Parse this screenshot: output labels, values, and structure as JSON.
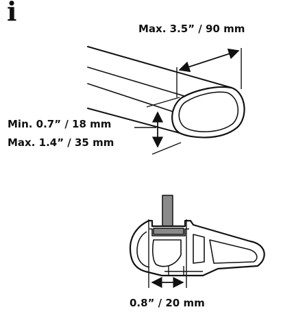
{
  "info_icon": {
    "glyph": "i",
    "icon": "info-icon"
  },
  "labels": {
    "bar_width": "Max. 3.5” / 90 mm",
    "bar_height_min": "Min. 0.7” / 18 mm",
    "bar_height_max": "Max. 1.4” / 35 mm",
    "slot_width": "0.8” / 20 mm"
  },
  "colors": {
    "ink": "#111111",
    "bolt": "#8a8a8a",
    "background": "#ffffff"
  }
}
